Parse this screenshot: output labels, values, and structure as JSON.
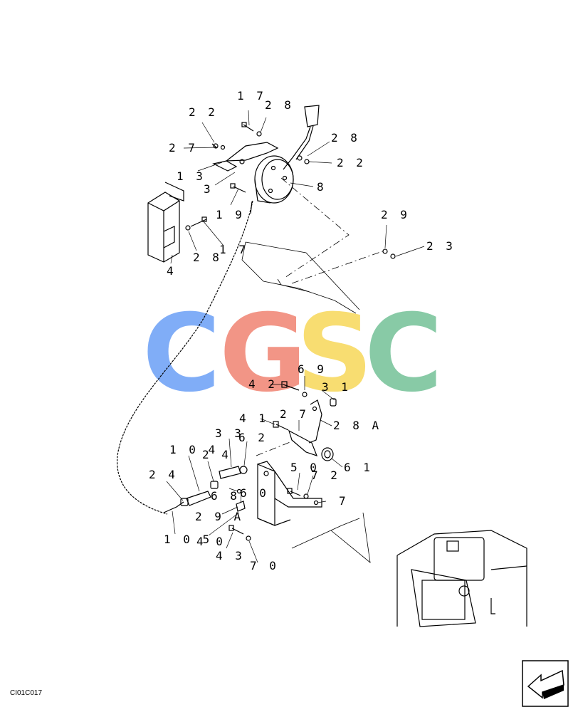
{
  "drawing_code": "CI01C017",
  "watermark": {
    "letters": [
      {
        "char": "C",
        "color": "#7aa9f7"
      },
      {
        "char": "G",
        "color": "#f29080"
      },
      {
        "char": "S",
        "color": "#f8dc6a"
      },
      {
        "char": "C",
        "color": "#82c8a2"
      }
    ]
  },
  "labels": [
    {
      "id": "17a",
      "text": "1 7"
    },
    {
      "id": "28a",
      "text": "2 8"
    },
    {
      "id": "22a",
      "text": "2 2"
    },
    {
      "id": "27a",
      "text": "2 7"
    },
    {
      "id": "28b",
      "text": "2 8"
    },
    {
      "id": "22b",
      "text": "2 2"
    },
    {
      "id": "13",
      "text": "1 3"
    },
    {
      "id": "3",
      "text": "3"
    },
    {
      "id": "8",
      "text": "8"
    },
    {
      "id": "19",
      "text": "1 9"
    },
    {
      "id": "17b",
      "text": "1 7"
    },
    {
      "id": "28c",
      "text": "2 8"
    },
    {
      "id": "4",
      "text": "4"
    },
    {
      "id": "29",
      "text": "2 9"
    },
    {
      "id": "23",
      "text": "2 3"
    },
    {
      "id": "69",
      "text": "6 9"
    },
    {
      "id": "42",
      "text": "4 2"
    },
    {
      "id": "31",
      "text": "3 1"
    },
    {
      "id": "41",
      "text": "4 1"
    },
    {
      "id": "27b",
      "text": "2 7"
    },
    {
      "id": "28A",
      "text": "2 8 A"
    },
    {
      "id": "33",
      "text": "3 3"
    },
    {
      "id": "62",
      "text": "6 2"
    },
    {
      "id": "104",
      "text": "1 0 4"
    },
    {
      "id": "24a",
      "text": "2 4"
    },
    {
      "id": "61",
      "text": "6 1"
    },
    {
      "id": "50",
      "text": "5 0"
    },
    {
      "id": "72",
      "text": "7 2"
    },
    {
      "id": "24b",
      "text": "2 4"
    },
    {
      "id": "68",
      "text": "6 8"
    },
    {
      "id": "60",
      "text": "6 0"
    },
    {
      "id": "7",
      "text": "7"
    },
    {
      "id": "29A",
      "text": "2 9 A"
    },
    {
      "id": "105",
      "text": "1 0 5"
    },
    {
      "id": "40",
      "text": "4 0"
    },
    {
      "id": "43",
      "text": "4 3"
    },
    {
      "id": "70",
      "text": "7 0"
    }
  ]
}
